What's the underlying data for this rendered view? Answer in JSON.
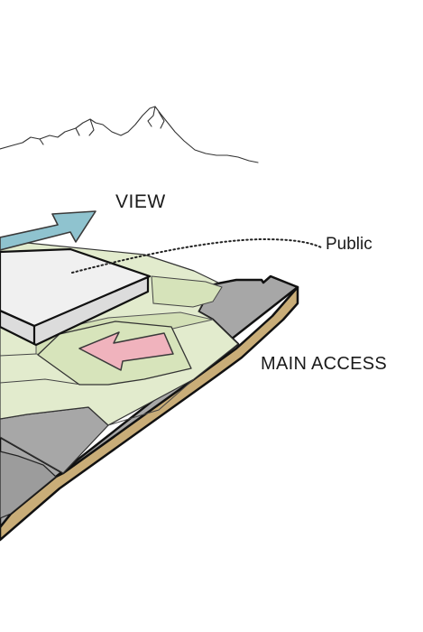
{
  "labels": {
    "view": "VIEW",
    "public": "Public",
    "main_access": "MAIN ACCESS"
  },
  "colors": {
    "view_arrow": "#8fc3cf",
    "access_arrow": "#f0b3bd",
    "green_area": "#e2ebcd",
    "paved_area": "#a7a7a7",
    "soil": "#c9ad78",
    "building": "#efefef"
  },
  "icons": {
    "mountains": "mountain-range-icon",
    "view_arrow": "arrow-up-right-icon",
    "access_arrow": "arrow-left-icon"
  }
}
